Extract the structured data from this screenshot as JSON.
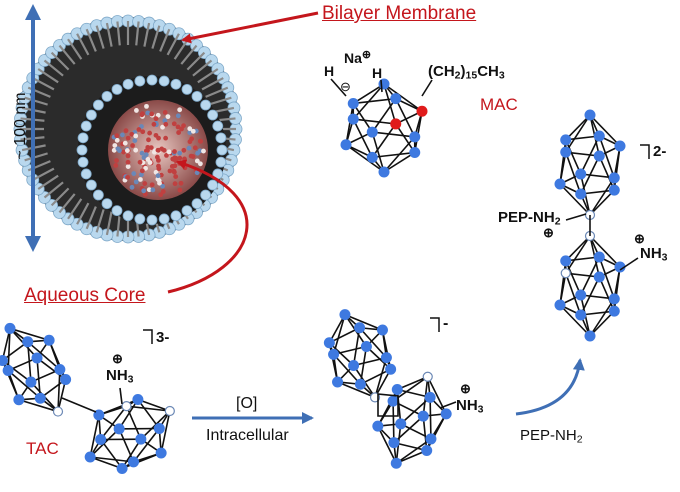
{
  "labels": {
    "bilayer": "Bilayer Membrane",
    "aqueous": "Aqueous Core",
    "size": "~ 100 nm",
    "mac": "MAC",
    "tac": "TAC",
    "na": "Na",
    "ch_prefix": "(CH",
    "ch_sub": "2",
    "ch_mid": ")",
    "ch_sub2": "15",
    "ch_suffix": "CH",
    "ch_sub3": "3",
    "h": "H",
    "minus": "⊖",
    "plus": "⊕",
    "nh": "NH",
    "nh_sub": "3",
    "pep": "PEP-NH",
    "pep_sub": "2",
    "charge3": "3-",
    "charge1": "-",
    "charge2": "2-",
    "ox": "[O]",
    "intracellular": "Intracellular",
    "pep_arrow": "PEP-NH",
    "pep_arrow_sub": "2"
  },
  "colors": {
    "label_red": "#c4161c",
    "arrow_blue": "#3f6fb5",
    "node_blue": "#3e79e0",
    "node_red": "#e01b1b",
    "lipid_head": "#b9d8ee",
    "lipid_tail": "#8a8a8a"
  }
}
